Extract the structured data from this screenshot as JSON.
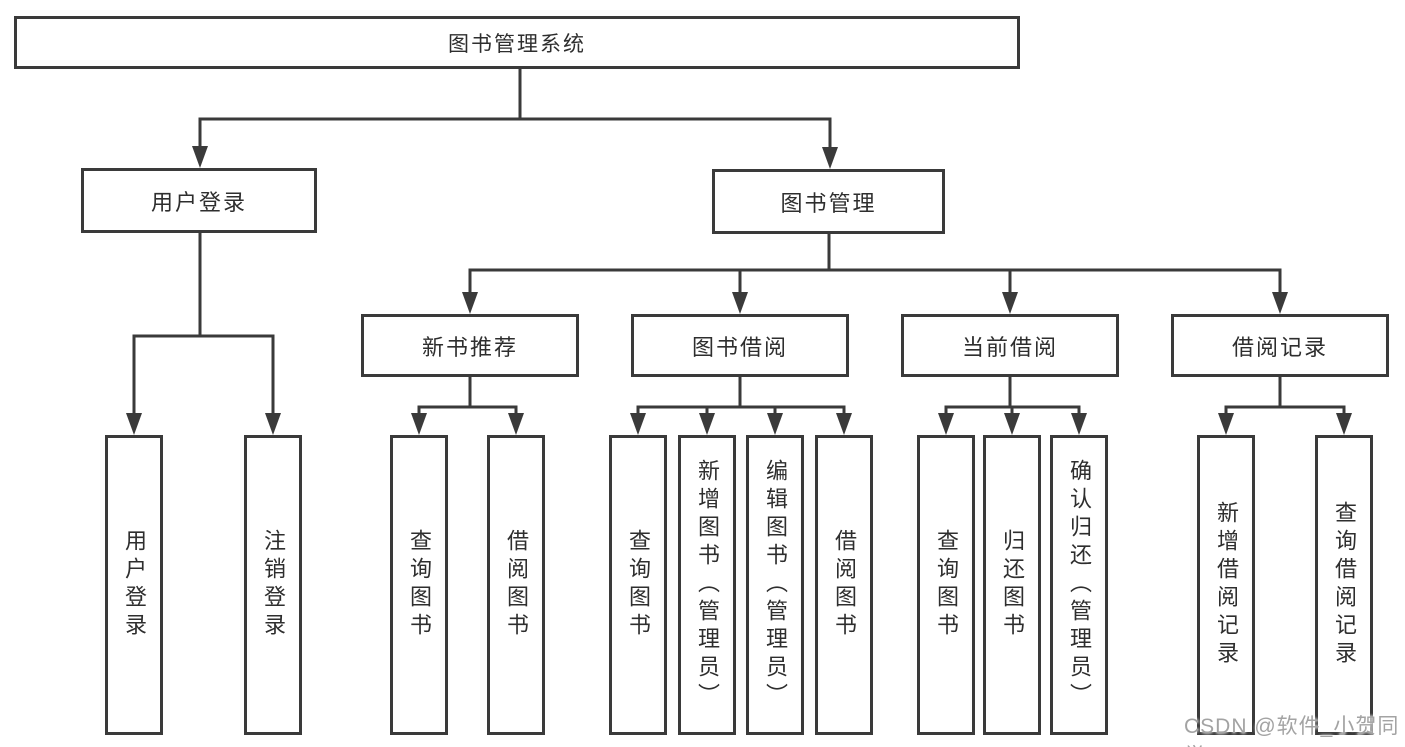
{
  "diagram": {
    "root": {
      "label": "图书管理系统"
    },
    "branches": [
      {
        "label": "用户登录",
        "leaves": [
          {
            "label": "用户登录"
          },
          {
            "label": "注销登录"
          }
        ]
      },
      {
        "label": "图书管理",
        "children": [
          {
            "label": "新书推荐",
            "leaves": [
              {
                "label": "查询图书"
              },
              {
                "label": "借阅图书"
              }
            ]
          },
          {
            "label": "图书借阅",
            "leaves": [
              {
                "label": "查询图书"
              },
              {
                "label": "新增图书（管理员）"
              },
              {
                "label": "编辑图书（管理员）"
              },
              {
                "label": "借阅图书"
              }
            ]
          },
          {
            "label": "当前借阅",
            "leaves": [
              {
                "label": "查询图书"
              },
              {
                "label": "归还图书"
              },
              {
                "label": "确认归还（管理员）"
              }
            ]
          },
          {
            "label": "借阅记录",
            "leaves": [
              {
                "label": "新增借阅记录"
              },
              {
                "label": "查询借阅记录"
              }
            ]
          }
        ]
      }
    ]
  },
  "watermark": {
    "label": "CSDN @软件_小贺同学"
  },
  "colors": {
    "line": "#3a3a3a",
    "box_fill": "#ffffff",
    "text": "#2e2e2e",
    "watermark": "#a3a3a3"
  }
}
